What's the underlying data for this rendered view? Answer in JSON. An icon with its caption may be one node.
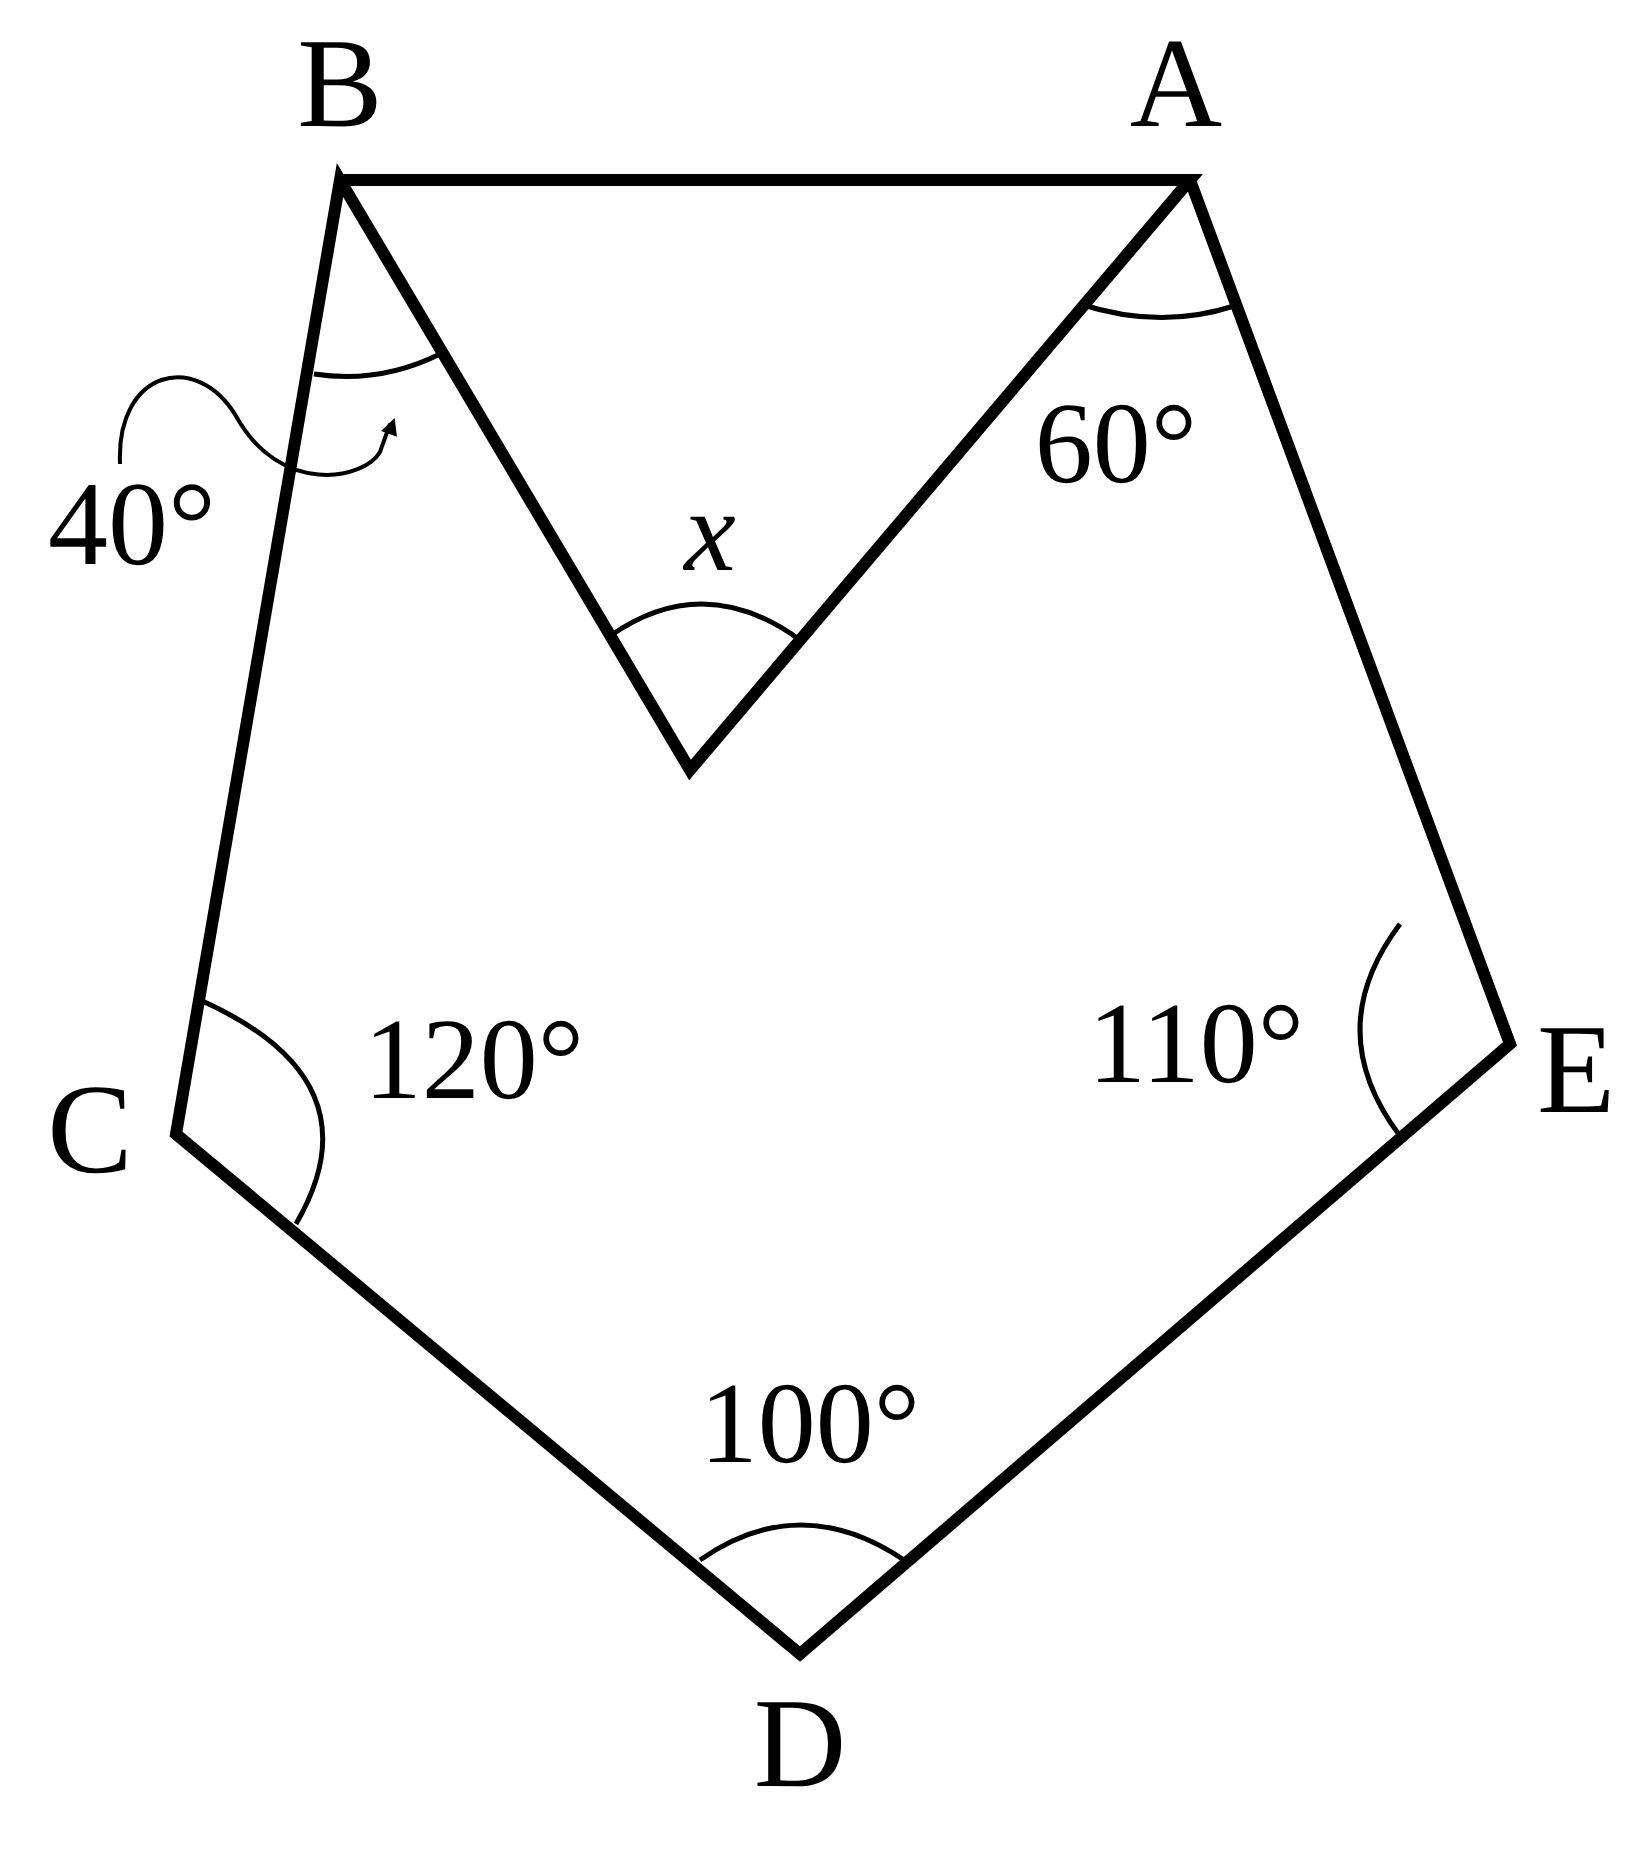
{
  "diagram": {
    "nodes": [
      {
        "text": [
          "40°"
        ]
      },
      {
        "text": [],
        "shape": "arc"
      }
    ],
    "edges": [
      {
        "from": 0,
        "to": 1,
        "arrow": "to"
      }
    ],
    "labels": [
      "B",
      "A",
      "x",
      "60°",
      "120°",
      "110°",
      "C",
      "E",
      "100°",
      "D"
    ]
  }
}
